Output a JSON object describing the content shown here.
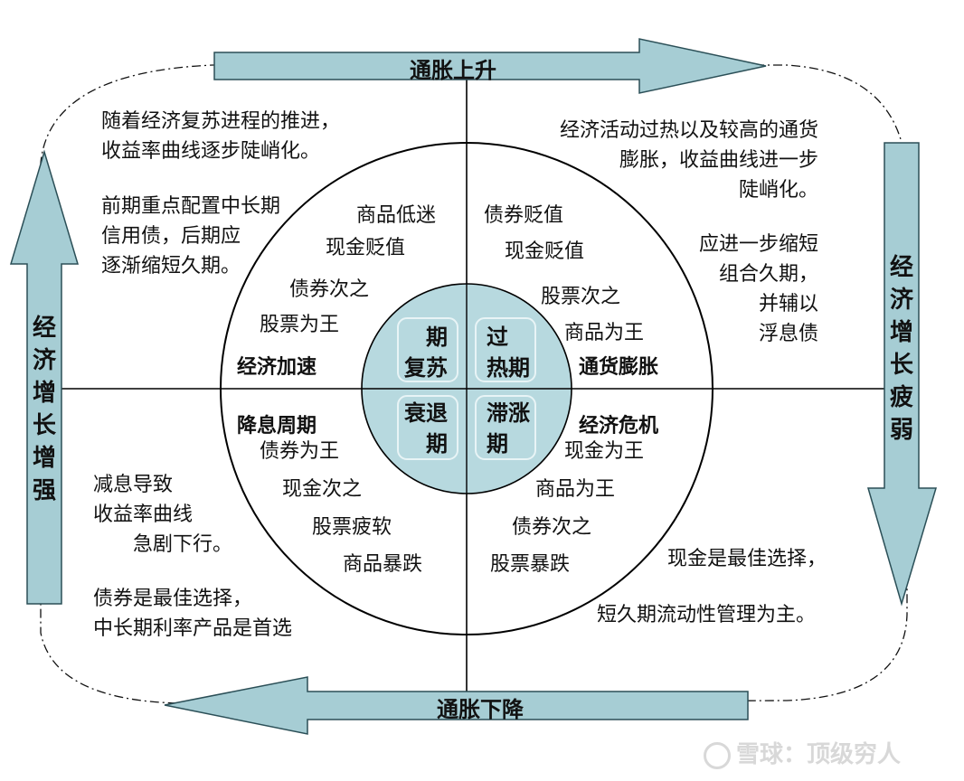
{
  "arrows": {
    "top": "通胀上升",
    "bottom": "通胀下降",
    "left": "经济增长增强",
    "right": "经济增长疲弱"
  },
  "notes": {
    "top_left_1": [
      "随着经济复苏进程的推进，",
      "收益率曲线逐步陡峭化。"
    ],
    "top_left_2": [
      "前期重点配置中长期",
      "信用债，后期应",
      "逐渐缩短久期。"
    ],
    "top_right_1": [
      "经济活动过热以及较高的通货",
      "膨胀，收益曲线进一步",
      "陡峭化。"
    ],
    "top_right_2": [
      "应进一步缩短",
      "组合久期，",
      "并辅以",
      "浮息债"
    ],
    "bottom_left_1": [
      "减息导致",
      "收益率曲线",
      "急剧下行。"
    ],
    "bottom_left_2": [
      "债券是最佳选择，",
      "中长期利率产品是首选"
    ],
    "bottom_right_1": "现金是最佳选择，",
    "bottom_right_2": "短久期流动性管理为主。"
  },
  "quadrants": {
    "top_left": {
      "phase": "经济加速",
      "items": [
        "商品低迷",
        "现金贬值",
        "债券次之",
        "股票为王"
      ]
    },
    "top_right": {
      "phase": "通货膨胀",
      "items": [
        "债券贬值",
        "现金贬值",
        "股票次之",
        "商品为王"
      ]
    },
    "bottom_left": {
      "phase": "降息周期",
      "items": [
        "债券为王",
        "现金次之",
        "股票疲软",
        "商品暴跌"
      ]
    },
    "bottom_right": {
      "phase": "经济危机",
      "items": [
        "现金为王",
        "商品为王",
        "债券次之",
        "股票暴跌"
      ]
    }
  },
  "core": {
    "top_left": [
      "期",
      "复苏"
    ],
    "top_right": [
      "过",
      "热期"
    ],
    "bottom_left": [
      "衰退",
      "期"
    ],
    "bottom_right": [
      "滞涨",
      "期"
    ]
  },
  "watermark": "雪球：顶级穷人",
  "colors": {
    "arrow_fill": "#a6cdd4",
    "arrow_stroke": "#2b4f57",
    "inner_circle": "#b7d9df",
    "line": "#000000"
  }
}
